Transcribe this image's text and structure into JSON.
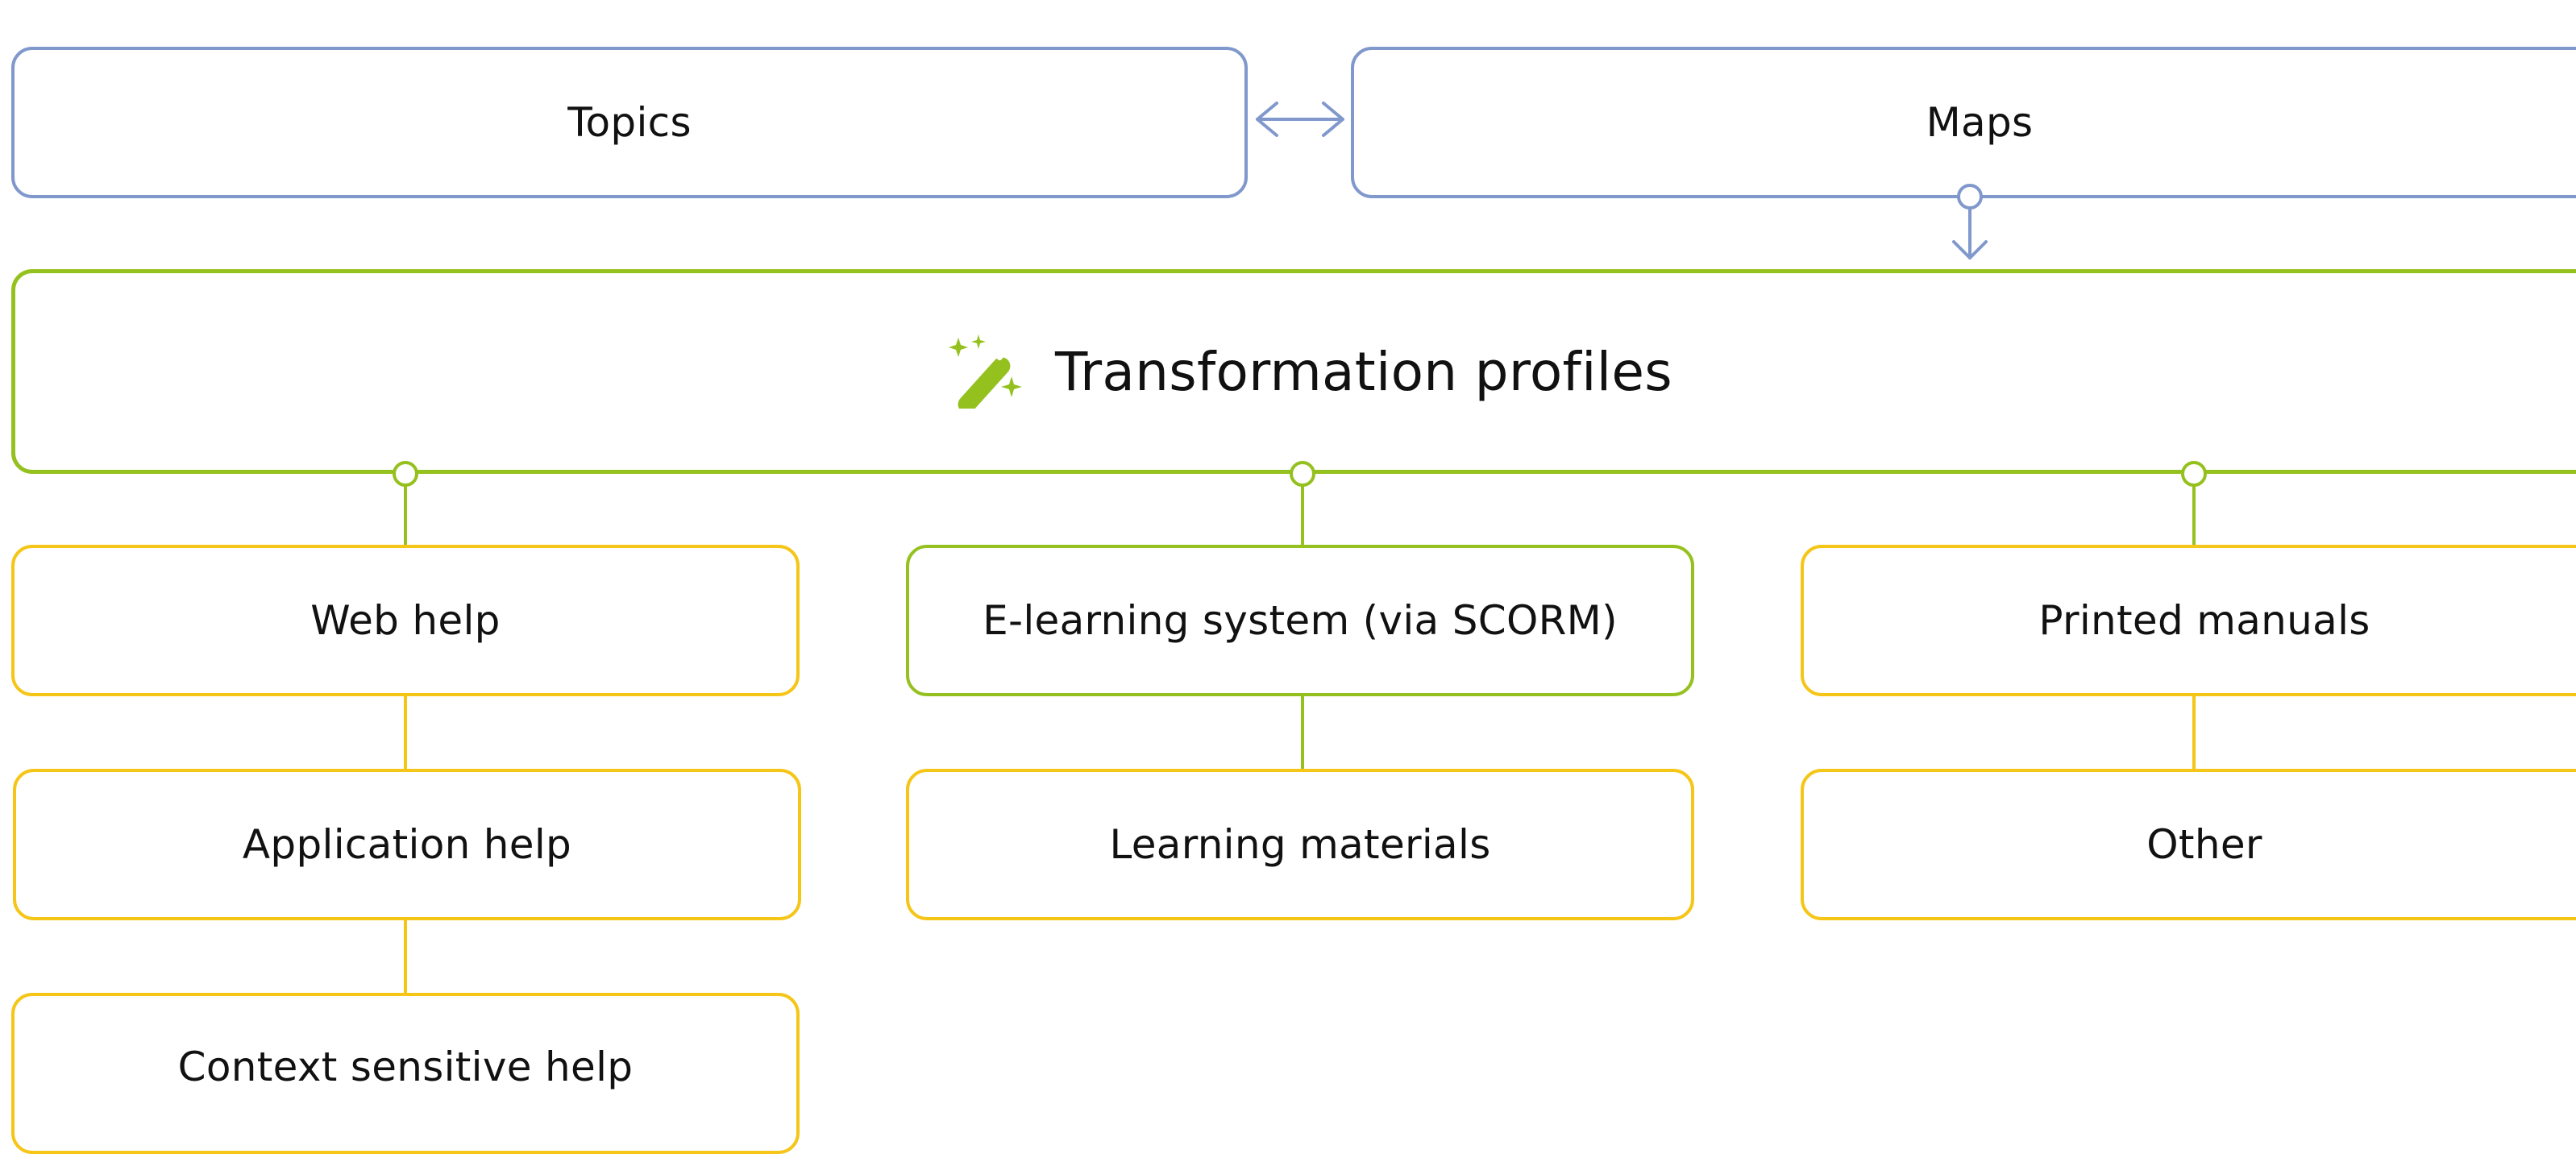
{
  "diagram": {
    "nodes": {
      "topics": "Topics",
      "maps": "Maps",
      "transformation_profiles": "Transformation profiles",
      "web_help": "Web help",
      "elearning": "E-learning system (via SCORM)",
      "printed_manuals": "Printed manuals",
      "application_help": "Application help",
      "learning_materials": "Learning materials",
      "other": "Other",
      "context_sensitive_help": "Context sensitive help"
    },
    "icons": {
      "profile_icon": "magic-wand-icon"
    },
    "colors": {
      "source_border": "#8098cc",
      "profile_border": "#95c11f",
      "output_border": "#f5c518",
      "text": "#111111"
    }
  }
}
